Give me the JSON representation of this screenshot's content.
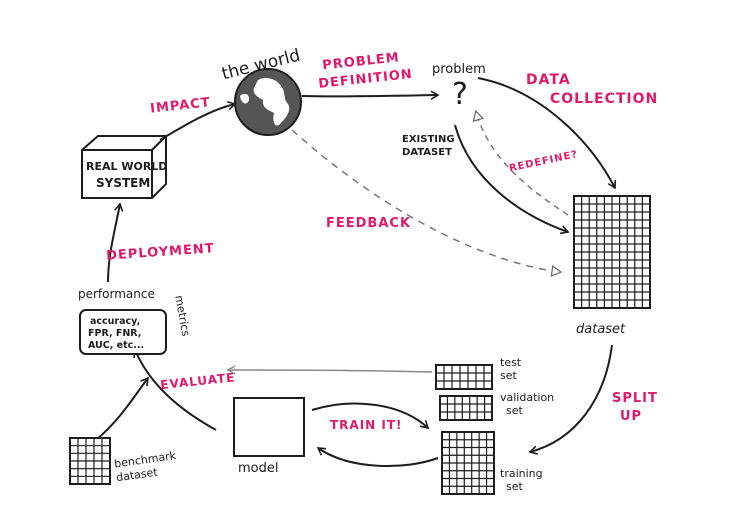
{
  "labels": {
    "the_world": "the world",
    "problem_definition_line1": "PROBLEM",
    "problem_definition_line2": "DEFINITION",
    "problem": "problem",
    "problem_mark": "?",
    "data_collection_line1": "DATA",
    "data_collection_line2": "COLLECTION",
    "impact": "IMPACT",
    "real_world_system_line1": "REAL WORLD",
    "real_world_system_line2": "SYSTEM",
    "existing_dataset_line1": "EXISTING",
    "existing_dataset_line2": "DATASET",
    "redefine": "REDEFINE?",
    "feedback": "FEEDBACK",
    "deployment": "DEPLOYMENT",
    "performance": "performance",
    "metrics": "metrics",
    "metrics_box_line1": "accuracy,",
    "metrics_box_line2": "FPR, FNR,",
    "metrics_box_line3": "AUC, etc...",
    "dataset": "dataset",
    "evaluate": "EVALUATE",
    "test_set_line1": "test",
    "test_set_line2": "set",
    "validation_set_line1": "validation",
    "validation_set_line2": "set",
    "split_up_line1": "SPLIT",
    "split_up_line2": "UP",
    "train_it": "TRAIN IT!",
    "training_set_line1": "training",
    "training_set_line2": "set",
    "benchmark_line1": "benchmark",
    "benchmark_line2": "dataset",
    "model": "model"
  },
  "colors": {
    "ink": "#1d1d1d",
    "accent_pink": "#e0196b",
    "globe": "#555555",
    "faint_arrow": "#888888"
  }
}
